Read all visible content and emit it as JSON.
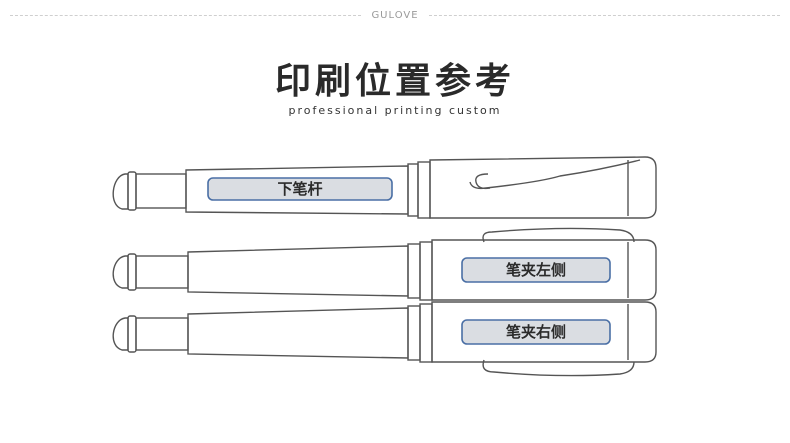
{
  "header": {
    "brand": "GULOVE"
  },
  "title": "印刷位置参考",
  "subtitle": "professional printing custom",
  "pens": [
    {
      "label": "下笔杆"
    },
    {
      "label": "笔夹左侧"
    },
    {
      "label": "笔夹右侧"
    }
  ],
  "colors": {
    "outline": "#555555",
    "label_fill": "#dadde2",
    "label_border": "#4a6fa5"
  }
}
